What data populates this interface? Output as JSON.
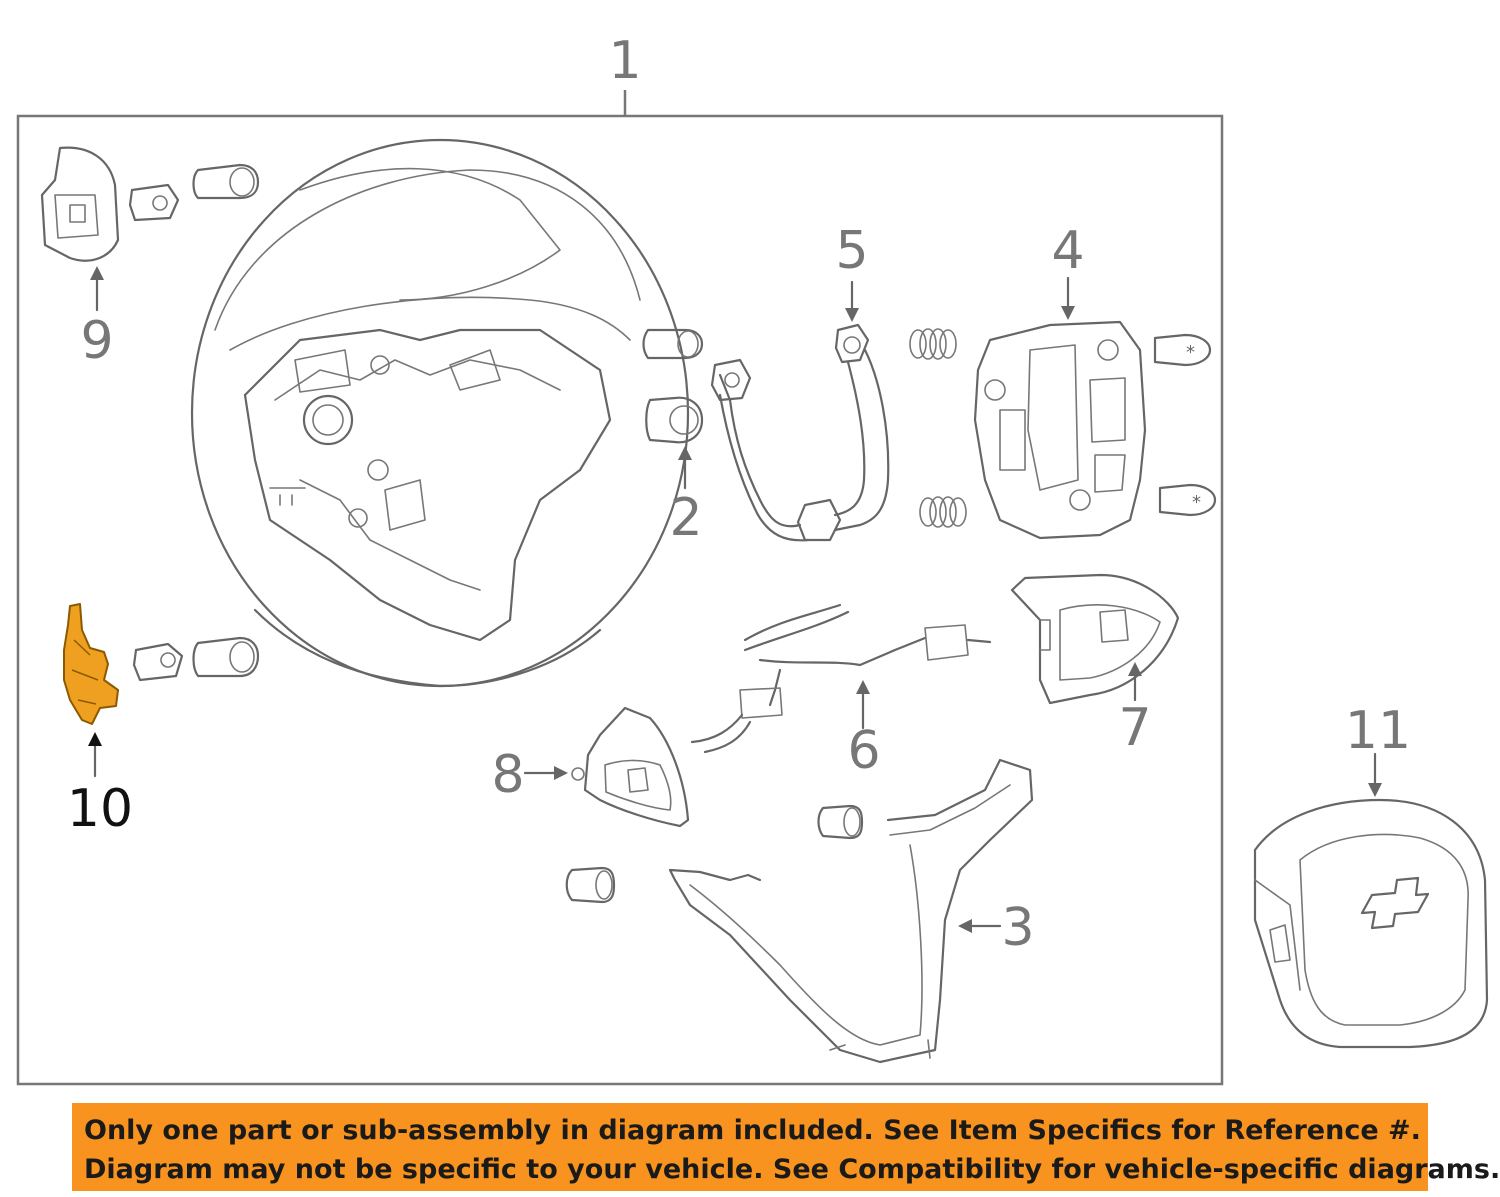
{
  "callouts": {
    "c1": "1",
    "c2": "2",
    "c3": "3",
    "c4": "4",
    "c5": "5",
    "c6": "6",
    "c7": "7",
    "c8": "8",
    "c9": "9",
    "c10": "10",
    "c11": "11"
  },
  "highlighted_part": "10",
  "colors": {
    "highlight": "#f0a020",
    "banner": "#f7931e",
    "line": "#666666"
  },
  "notice": {
    "line1": "Only one part or sub-assembly in diagram included. See Item Specifics for Reference #.",
    "line2": "Diagram may not be specific to your vehicle. See Compatibility for vehicle-specific diagrams."
  }
}
